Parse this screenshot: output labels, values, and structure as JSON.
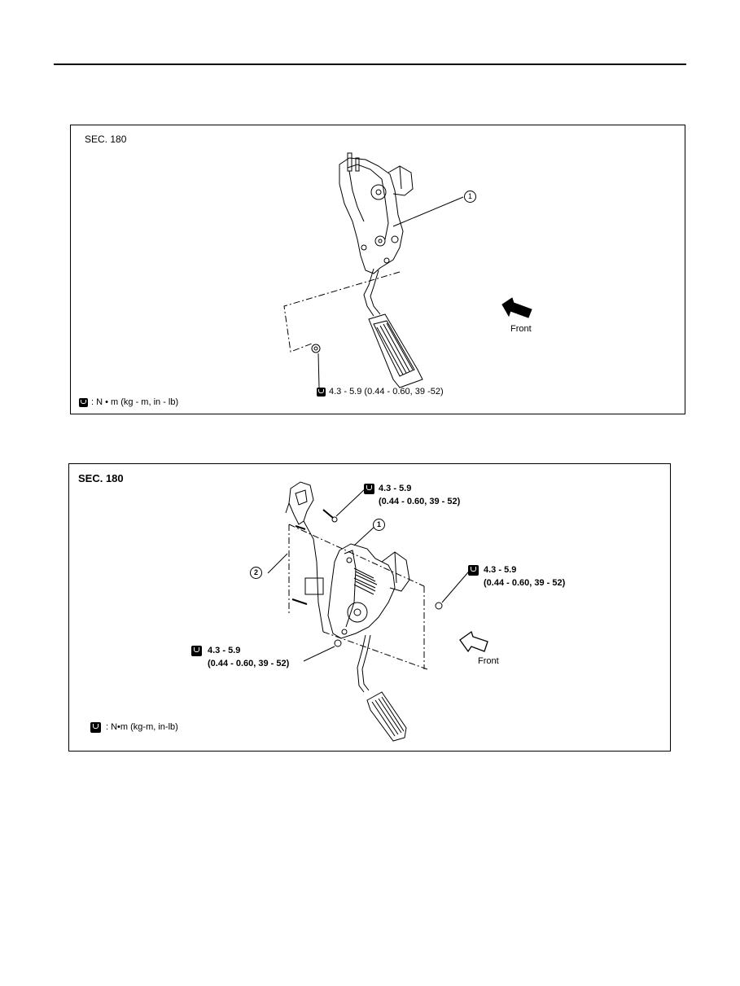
{
  "figure_1": {
    "section": "SEC. 180",
    "callout_1": "1",
    "torque": "4.3 - 5.9 (0.44 - 0.60, 39 -52)",
    "front_label": "Front",
    "unit_legend": ": N • m (kg - m, in - lb)",
    "icons": [
      "tightening-torque-icon",
      "front-arrow-icon"
    ]
  },
  "figure_2": {
    "section": "SEC. 180",
    "callout_1": "1",
    "callout_2": "2",
    "torque_top": {
      "value": "4.3 - 5.9",
      "sub": "(0.44 - 0.60, 39 - 52)"
    },
    "torque_right": {
      "value": "4.3 - 5.9",
      "sub": "(0.44 - 0.60, 39 - 52)"
    },
    "torque_left": {
      "value": "4.3 - 5.9",
      "sub": "(0.44 - 0.60, 39 - 52)"
    },
    "front_label": "Front",
    "unit_legend": ": N•m (kg-m, in-lb)",
    "icons": [
      "tightening-torque-icon",
      "front-arrow-icon"
    ]
  }
}
